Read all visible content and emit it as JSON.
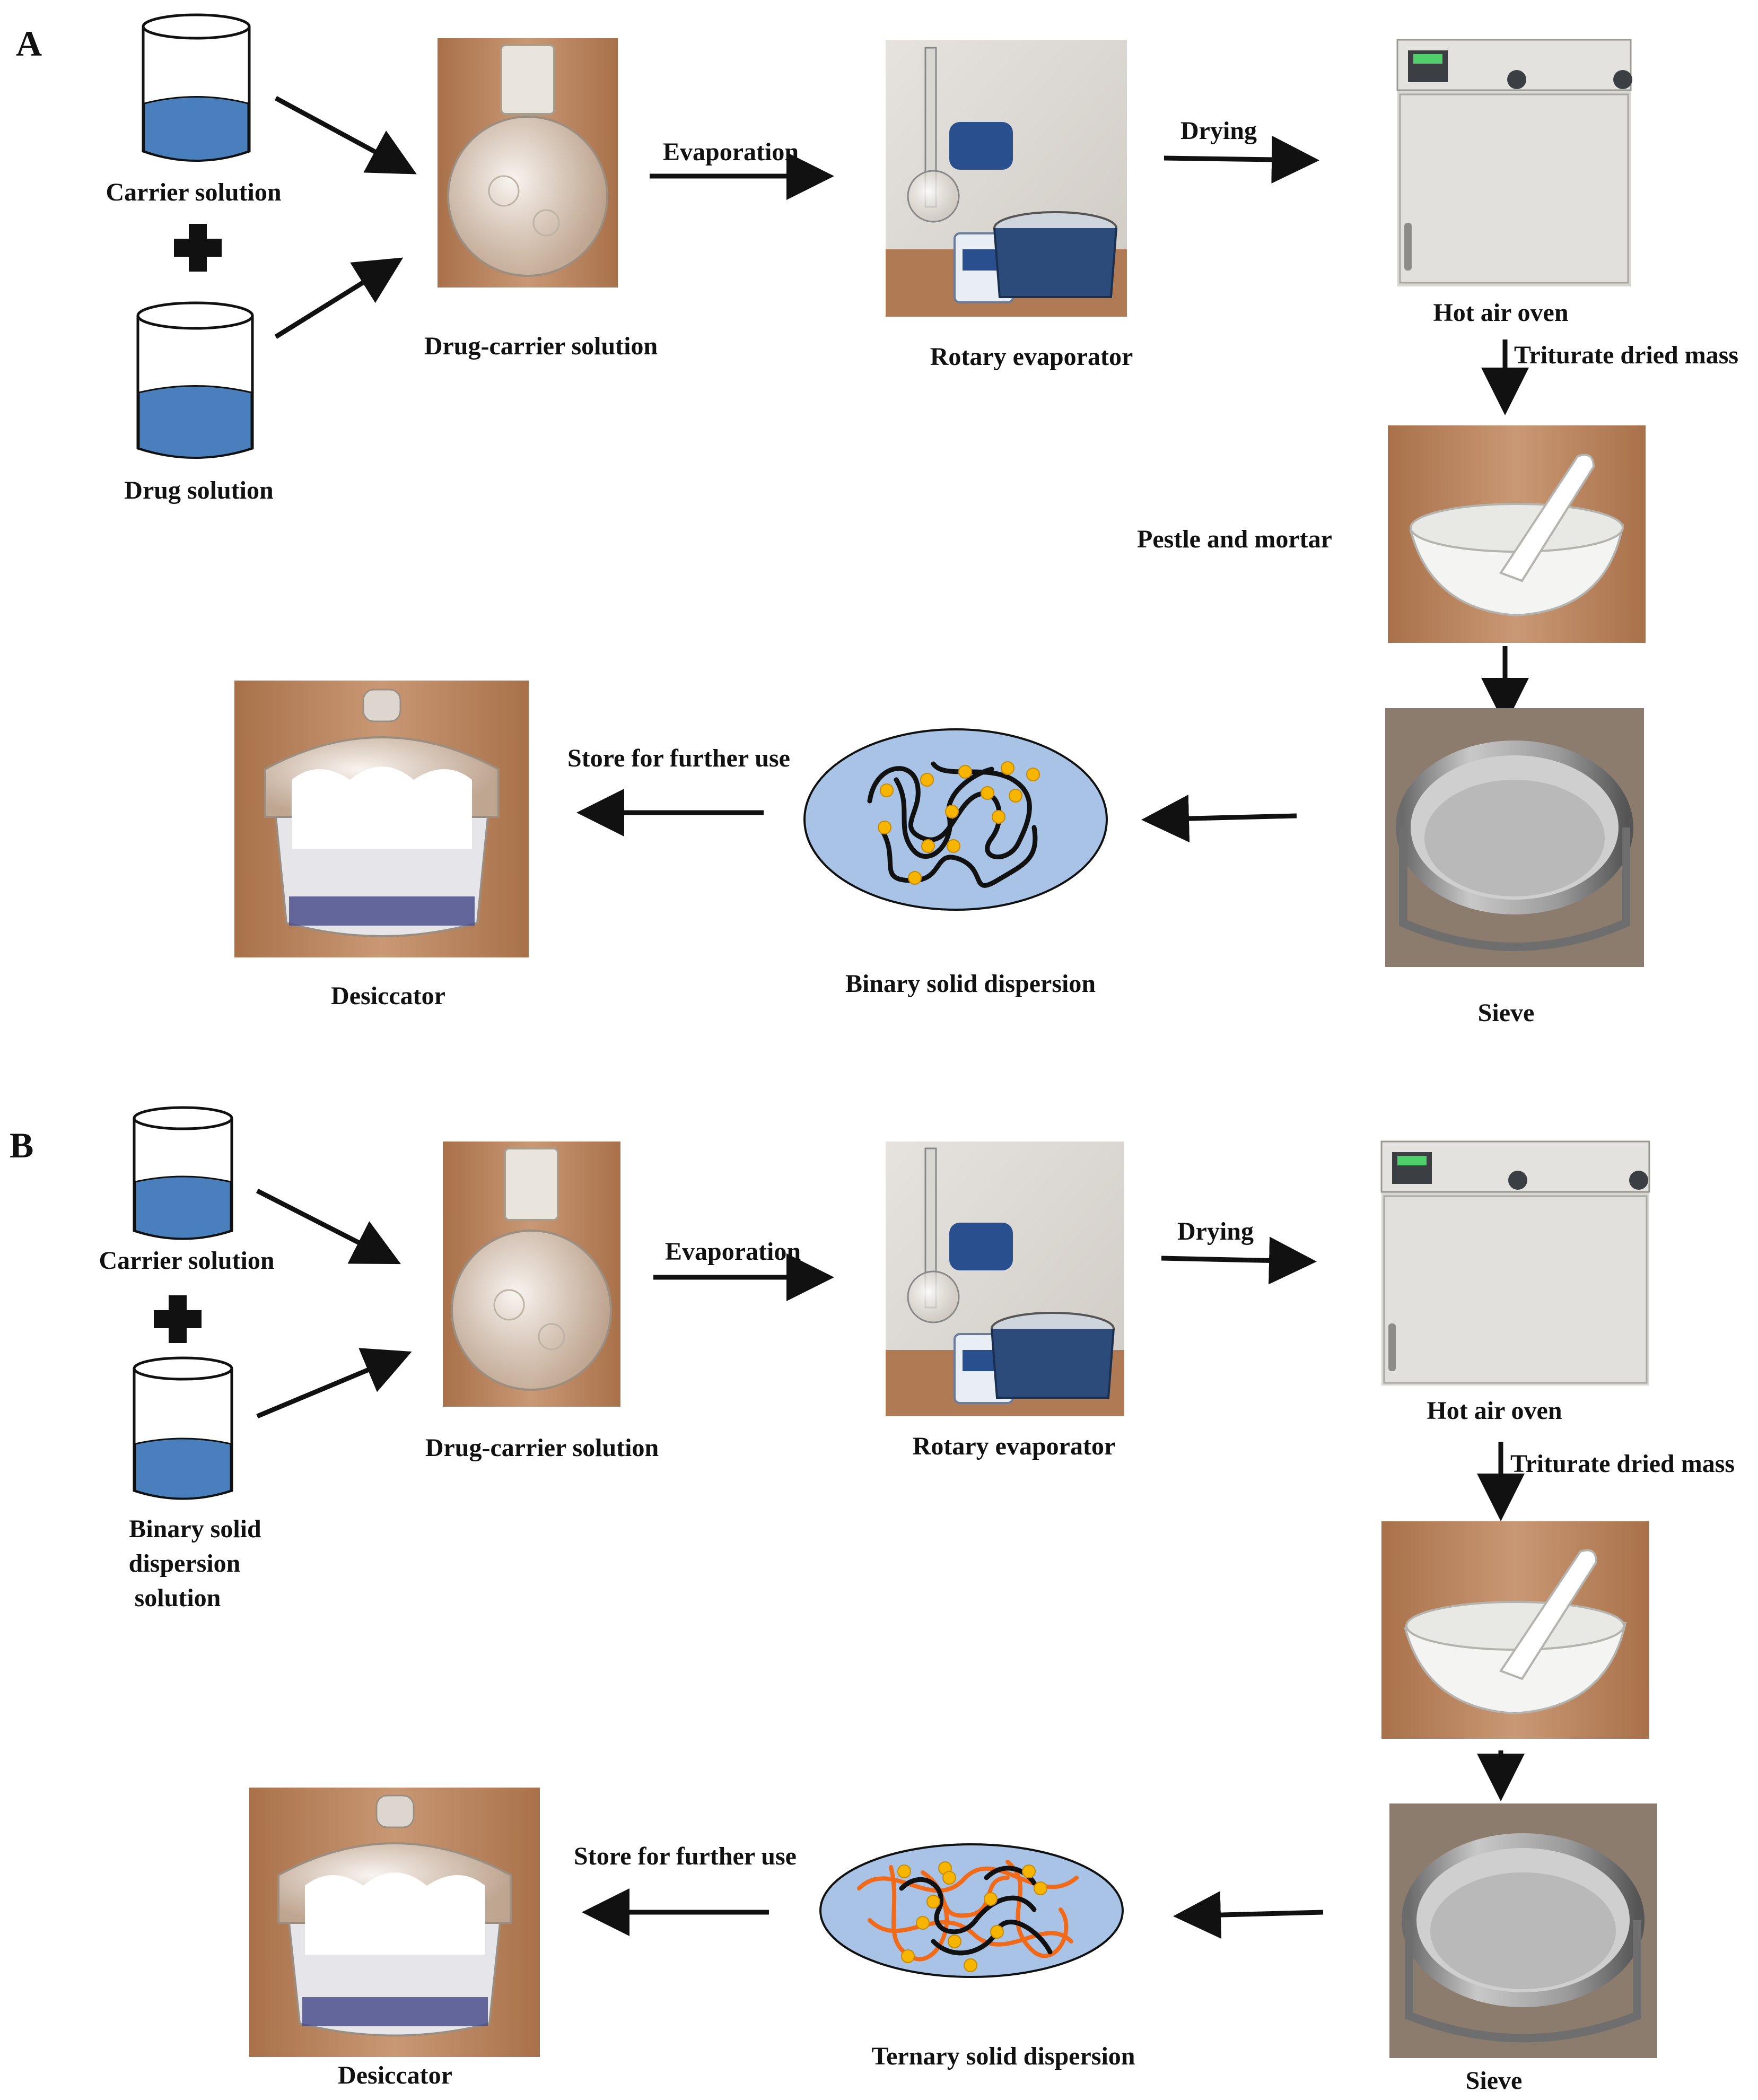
{
  "colors": {
    "liquid": "#4a7fbe",
    "ellipse_fill": "#a9c3e6",
    "drug_dot": "#f7b500",
    "polymer_black": "#111111",
    "polymer_orange": "#f06a1a",
    "wood": "#b98560",
    "arrow": "#111111"
  },
  "panels": [
    {
      "panel_label": "A",
      "labels": {
        "carrier": "Carrier solution",
        "second": [
          "Drug solution"
        ],
        "flask": "Drug-carrier solution",
        "evaporation": "Evaporation",
        "rotary": "Rotary evaporator",
        "drying": "Drying",
        "oven": "Hot air oven",
        "triturate": "Triturate dried mass",
        "pestle": "Pestle and mortar",
        "sieve": "Sieve",
        "dispersion": "Binary solid dispersion",
        "store": "Store for further use",
        "desiccator": "Desiccator"
      }
    },
    {
      "panel_label": "B",
      "labels": {
        "carrier": "Carrier solution",
        "second": [
          "Binary solid",
          "dispersion",
          "solution"
        ],
        "flask": "Drug-carrier solution",
        "evaporation": "Evaporation",
        "rotary": "Rotary evaporator",
        "drying": "Drying",
        "oven": "Hot air oven",
        "triturate": "Triturate dried mass",
        "pestle": "",
        "sieve": "Sieve",
        "dispersion": "Ternary solid dispersion",
        "store": "Store for further use",
        "desiccator": "Desiccator"
      }
    }
  ]
}
